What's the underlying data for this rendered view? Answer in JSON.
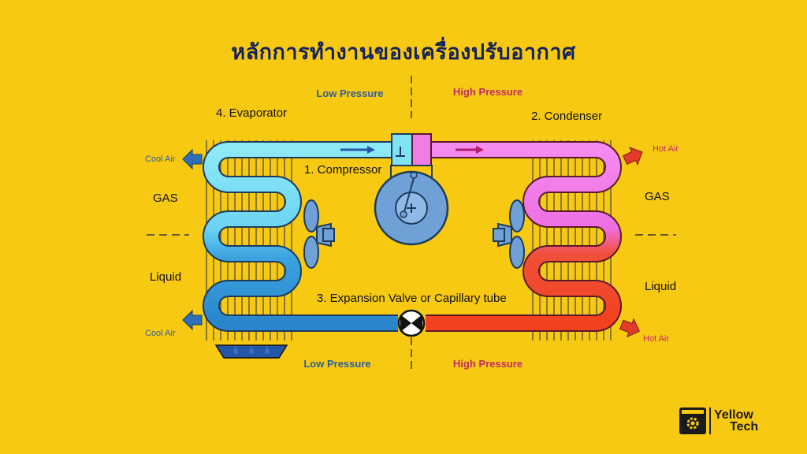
{
  "title": "หลักการทำงานของเครื่องปรับอากาศ",
  "labels": {
    "low_pressure_top": "Low Pressure",
    "high_pressure_top": "High Pressure",
    "low_pressure_bottom": "Low Pressure",
    "high_pressure_bottom": "High Pressure",
    "evaporator": "4. Evaporator",
    "condenser": "2. Condenser",
    "compressor": "1. Compressor",
    "expansion": "3. Expansion Valve or Capillary tube",
    "cool_air_top": "Cool Air",
    "cool_air_bottom": "Cool Air",
    "hot_air_top": "Hot Air",
    "hot_air_bottom": "Hot Air",
    "gas_left": "GAS",
    "liquid_left": "Liquid",
    "gas_right": "GAS",
    "liquid_right": "Liquid"
  },
  "colors": {
    "background": "#F7C913",
    "low_gas": "#7FE3F5",
    "low_liquid": "#2E8FD3",
    "high_gas": "#F07CE8",
    "high_liquid": "#F2411E",
    "compressor": "#6FA1D6",
    "text_blue": "#2F5E9E",
    "text_red": "#C42A67",
    "title": "#14225C"
  },
  "logo": {
    "line1": "Yellow",
    "line2": "Tech"
  }
}
